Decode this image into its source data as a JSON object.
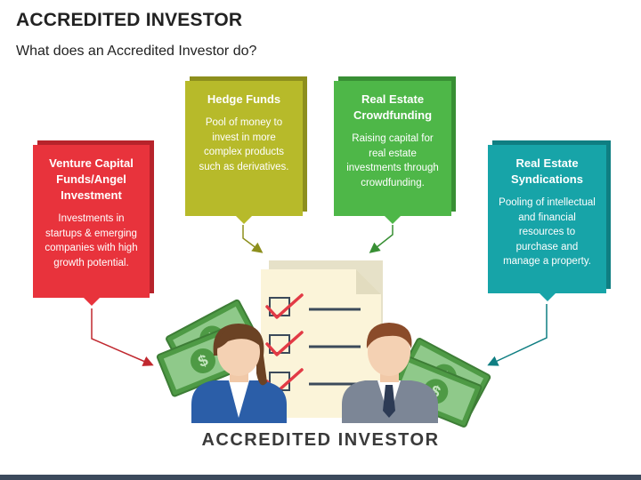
{
  "header": {
    "title": "ACCREDITED INVESTOR",
    "subtitle": "What does an Accredited Investor do?"
  },
  "cards": {
    "venture": {
      "title": "Venture Capital Funds/Angel Investment",
      "description": "Investments in startups & emerging companies with high growth potential.",
      "color": "#e8333c"
    },
    "hedge": {
      "title": "Hedge Funds",
      "description": "Pool of money to invest in more complex products such as derivatives.",
      "color": "#b7ba2a"
    },
    "crowdfunding": {
      "title": "Real Estate Crowdfunding",
      "description": "Raising capital for real estate investments through crowdfunding.",
      "color": "#4eb748"
    },
    "syndications": {
      "title": "Real Estate Syndications",
      "description": "Pooling of intellectual and financial resources to purchase and manage a property.",
      "color": "#17a4a8"
    }
  },
  "illustration": {
    "label": "ACCREDITED INVESTOR",
    "icons": [
      "money-stack-icon",
      "checklist-document-icon",
      "businesswoman-icon",
      "businessman-icon"
    ]
  }
}
